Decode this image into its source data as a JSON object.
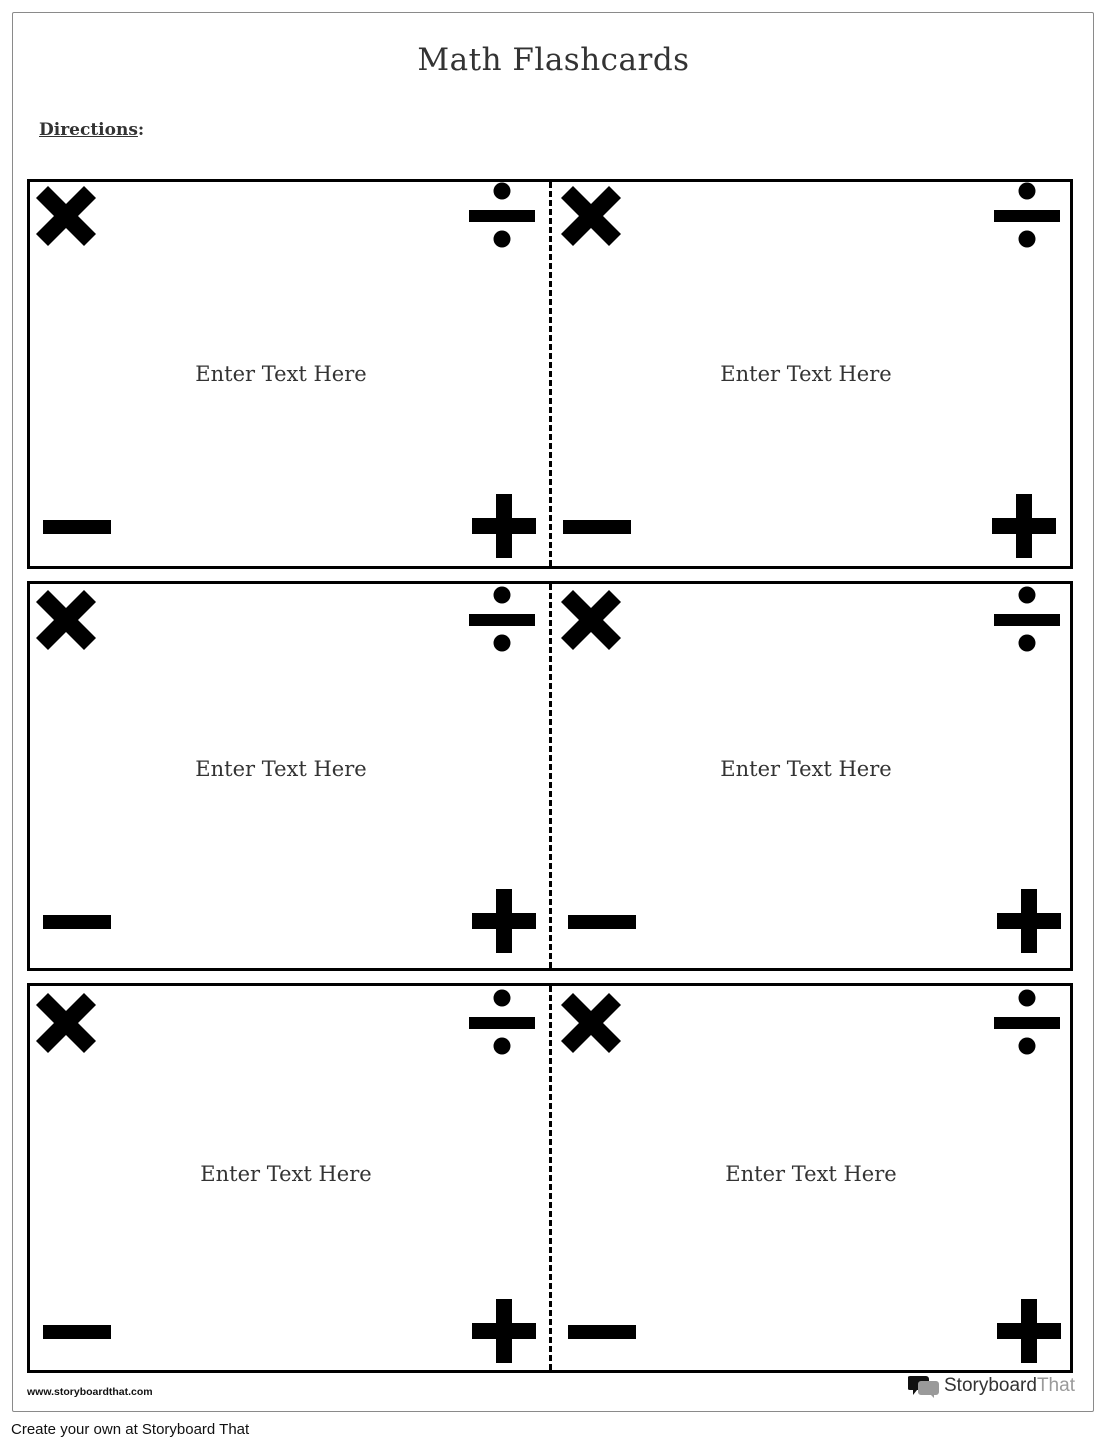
{
  "document": {
    "title": "Math Flashcards",
    "directions_label": "Directions",
    "directions_suffix": ":"
  },
  "cards": [
    {
      "row": 1,
      "side": "left",
      "text": "Enter Text Here"
    },
    {
      "row": 1,
      "side": "right",
      "text": "Enter Text Here"
    },
    {
      "row": 2,
      "side": "left",
      "text": "Enter Text Here"
    },
    {
      "row": 2,
      "side": "right",
      "text": "Enter Text Here"
    },
    {
      "row": 3,
      "side": "left",
      "text": "Enter Text Here"
    },
    {
      "row": 3,
      "side": "right",
      "text": "Enter Text Here"
    }
  ],
  "card_icons": {
    "top_left": "times-icon",
    "top_right": "divide-icon",
    "bottom_left": "minus-icon",
    "bottom_right": "plus-icon"
  },
  "footer": {
    "url": "www.storyboardthat.com",
    "logo_primary": "Storyboard",
    "logo_secondary": "That",
    "cta": "Create your own at Storyboard That"
  },
  "colors": {
    "border": "#000000",
    "page_frame": "#8a8a8a",
    "text": "#333333",
    "logo_gray": "#9a9a9a"
  }
}
